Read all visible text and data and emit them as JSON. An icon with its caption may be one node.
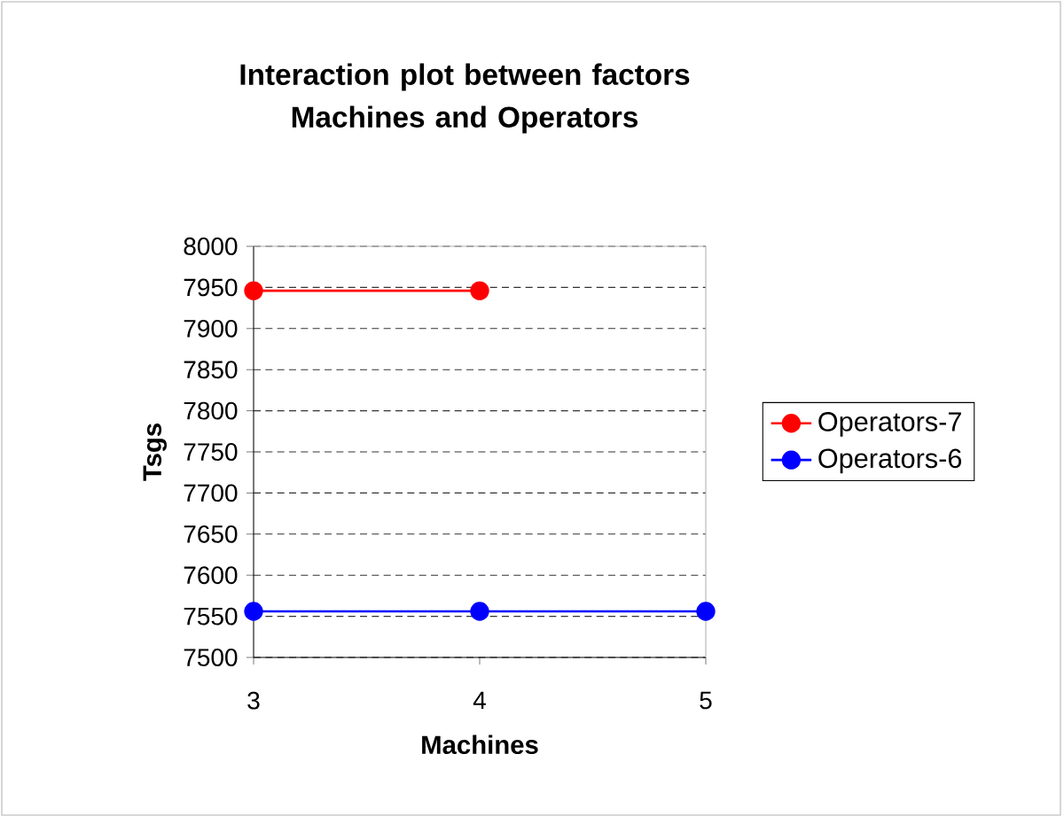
{
  "diagram": {
    "chart_data": {
      "type": "line",
      "title": "Interaction plot between factors Machines and Operators",
      "xlabel": "Machines",
      "ylabel": "Tsgs",
      "x": [
        3,
        4,
        5
      ],
      "series": [
        {
          "name": "Operators-7",
          "color": "#ff0000",
          "marker": "circle",
          "values": [
            7946,
            7946,
            null
          ]
        },
        {
          "name": "Operators-6",
          "color": "#0000ff",
          "marker": "circle",
          "values": [
            7556,
            7556,
            7556
          ]
        }
      ],
      "grid": "y",
      "legend": "right",
      "xlim": [
        3,
        5
      ],
      "ylim": [
        7500,
        8000
      ],
      "xticks": [
        3,
        4,
        5
      ],
      "yticks": [
        7500,
        7550,
        7600,
        7650,
        7700,
        7750,
        7800,
        7850,
        7900,
        7950,
        8000
      ]
    }
  }
}
